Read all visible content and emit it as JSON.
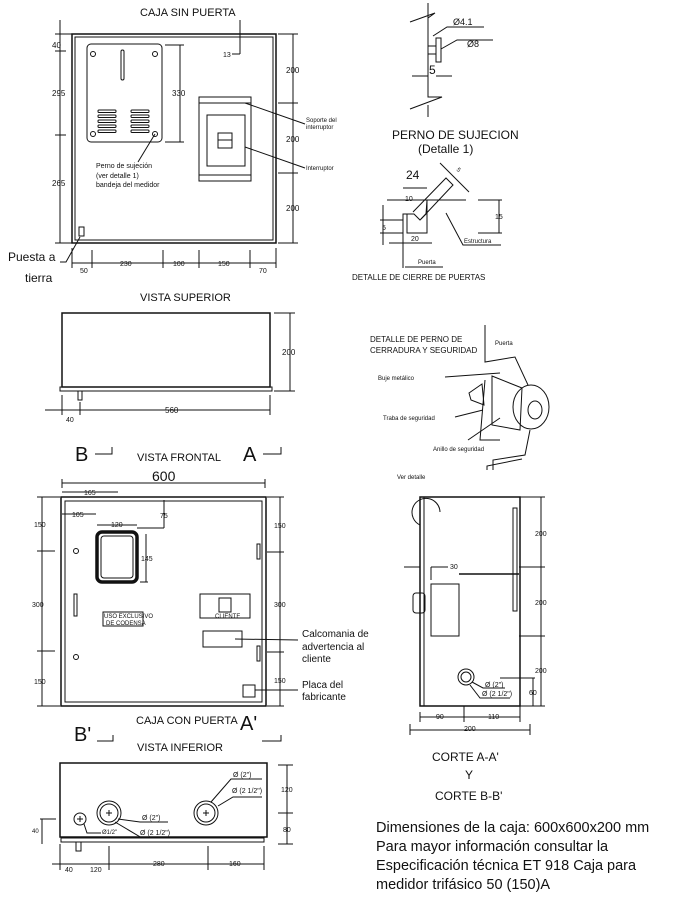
{
  "top_view": {
    "title": "CAJA SIN PUERTA",
    "dims_left": [
      "40",
      "295",
      "265"
    ],
    "dims_right": [
      "200",
      "200",
      "200"
    ],
    "dim_tray_height": "330",
    "dim_13": "13",
    "dims_bottom": [
      "50",
      "230",
      "100",
      "150",
      "70"
    ],
    "label_perno": [
      "Perno de sujeción",
      "(ver detalle 1)",
      "bandeja del medidor"
    ],
    "label_soporte": [
      "Soporte del",
      "interruptor"
    ],
    "label_interruptor": "Interruptor",
    "label_tierra": [
      "Puesta a",
      "tierra"
    ]
  },
  "upper_view": {
    "title": "VISTA SUPERIOR",
    "dim_height": "200",
    "dim_left": "40",
    "dim_width": "560"
  },
  "bolt_detail": {
    "dia_small": "Ø4.1",
    "dia_large": "Ø8",
    "dim_5": "5",
    "title": "PERNO DE SUJECION",
    "subtitle": "(Detalle 1)"
  },
  "door_close_detail": {
    "dim_24": "24",
    "dim_5_diag": "5",
    "dim_10": "10",
    "dim_5": "5",
    "dim_20": "20",
    "dim_15": "15",
    "label_estructura": "Estructura",
    "label_puerta": "Puerta",
    "title": "DETALLE DE CIERRE DE PUERTAS"
  },
  "lock_detail": {
    "title": [
      "DETALLE DE PERNO DE",
      "CERRADURA Y SEGURIDAD"
    ],
    "label_puerta": "Puerta",
    "label_buje": "Buje metálico",
    "label_traba": "Traba de seguridad",
    "label_anillo": "Anillo de seguridad"
  },
  "front_view": {
    "section_b": "B",
    "section_a": "A",
    "title": "VISTA FRONTAL",
    "dim_width": "600",
    "dim_165": "165",
    "dim_105": "105",
    "dim_75": "75",
    "dim_120": "120",
    "dim_145": "145",
    "dims_left": [
      "150",
      "300",
      "150"
    ],
    "dims_right": [
      "150",
      "300",
      "150"
    ],
    "label_uso": [
      "USO EXCLUSIVO",
      "DE CODENSA"
    ],
    "label_cliente": "CLIENTE",
    "label_calcomania": [
      "Calcomania de",
      "advertencia al",
      "cliente"
    ],
    "label_placa": [
      "Placa del",
      "fabricante"
    ],
    "subtitle": "CAJA CON PUERTA",
    "section_a2": "A'",
    "section_b2": "B'"
  },
  "section_view": {
    "label_ver_detalle": "Ver detalle",
    "dims_right": [
      "200",
      "200",
      "200"
    ],
    "dim_30": "30",
    "dia_2": "Ø (2\")",
    "dia_2half": "Ø (2 1/2\")",
    "dim_60": "60",
    "dim_90": "90",
    "dim_110": "110",
    "dim_200": "200",
    "title": [
      "CORTE A-A'",
      "Y",
      "CORTE B-B'"
    ]
  },
  "lower_view": {
    "title": "VISTA INFERIOR",
    "dia_2_right": "Ø (2\")",
    "dia_2half_right": "Ø (2 1/2\")",
    "dia_2_left": "Ø (2\")",
    "dia_2half_left": "Ø (2 1/2\")",
    "dia_half": "Ø1/2\"",
    "dim_120": "120",
    "dim_80": "80",
    "dim_40_left": "40",
    "dims_bottom": [
      "40",
      "120",
      "280",
      "160"
    ]
  },
  "notes": [
    "Dimensiones de la caja: 600x600x200 mm",
    "Para mayor información consultar la",
    "Especificación técnica ET 918 Caja para",
    "medidor trifásico 50 (150)A"
  ]
}
